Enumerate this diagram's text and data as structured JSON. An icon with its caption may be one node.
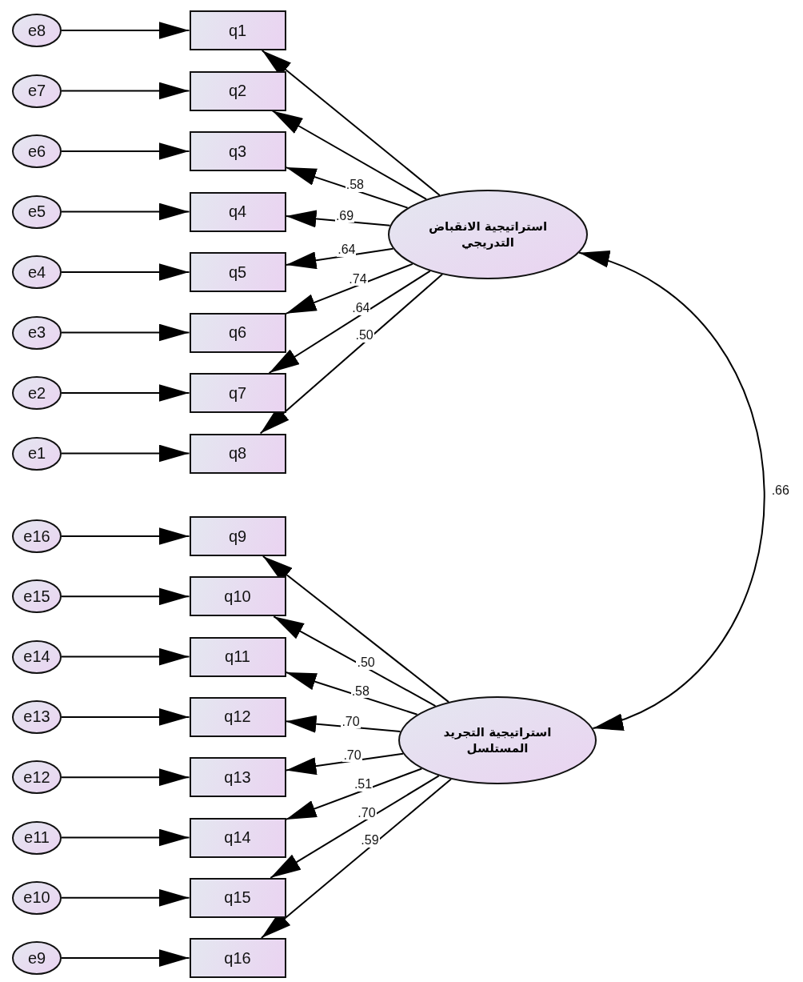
{
  "diagram": {
    "nodes": [
      {
        "text": [
          "e8"
        ]
      },
      {
        "text": [
          "q1"
        ]
      },
      {
        "text": [
          "e7"
        ]
      },
      {
        "text": [
          "q2"
        ]
      },
      {
        "text": [
          "e6"
        ]
      },
      {
        "text": [
          "q3"
        ]
      },
      {
        "text": [
          "e5"
        ]
      },
      {
        "text": [
          "q4"
        ]
      },
      {
        "text": [
          "e4"
        ]
      },
      {
        "text": [
          "q5"
        ]
      },
      {
        "text": [
          "e3"
        ]
      },
      {
        "text": [
          "q6"
        ]
      },
      {
        "text": [
          "e2"
        ]
      },
      {
        "text": [
          "q7"
        ]
      },
      {
        "text": [
          "e1"
        ]
      },
      {
        "text": [
          "q8"
        ]
      },
      {
        "text": [
          "e16"
        ]
      },
      {
        "text": [
          "q9"
        ]
      },
      {
        "text": [
          "e15"
        ]
      },
      {
        "text": [
          "q10"
        ]
      },
      {
        "text": [
          "e14"
        ]
      },
      {
        "text": [
          "q11"
        ]
      },
      {
        "text": [
          "e13"
        ]
      },
      {
        "text": [
          "q12"
        ]
      },
      {
        "text": [
          "e12"
        ]
      },
      {
        "text": [
          "q13"
        ]
      },
      {
        "text": [
          "e11"
        ]
      },
      {
        "text": [
          "q14"
        ]
      },
      {
        "text": [
          "e10"
        ]
      },
      {
        "text": [
          "q15"
        ]
      },
      {
        "text": [
          "e9"
        ]
      },
      {
        "text": [
          "q16"
        ]
      },
      {
        "text": [
          "استراتيجية الانقباض التدريجي"
        ]
      },
      {
        "text": [
          "استراتيجية التجريد المستلسل"
        ]
      }
    ],
    "edges": [
      {
        "from": 0,
        "to": 1,
        "arrow": "to"
      },
      {
        "from": 2,
        "to": 3,
        "arrow": "to"
      },
      {
        "from": 4,
        "to": 5,
        "arrow": "to"
      },
      {
        "from": 6,
        "to": 7,
        "arrow": "to"
      },
      {
        "from": 8,
        "to": 9,
        "arrow": "to"
      },
      {
        "from": 10,
        "to": 11,
        "arrow": "to"
      },
      {
        "from": 12,
        "to": 13,
        "arrow": "to"
      },
      {
        "from": 14,
        "to": 15,
        "arrow": "to"
      },
      {
        "from": 16,
        "to": 17,
        "arrow": "to"
      },
      {
        "from": 18,
        "to": 19,
        "arrow": "to"
      },
      {
        "from": 20,
        "to": 21,
        "arrow": "to"
      },
      {
        "from": 22,
        "to": 23,
        "arrow": "to"
      },
      {
        "from": 24,
        "to": 25,
        "arrow": "to"
      },
      {
        "from": 26,
        "to": 27,
        "arrow": "to"
      },
      {
        "from": 28,
        "to": 29,
        "arrow": "to"
      },
      {
        "from": 30,
        "to": 31,
        "arrow": "to"
      },
      {
        "from": 32,
        "to": 1,
        "arrow": "to"
      },
      {
        "from": 32,
        "to": 3,
        "arrow": "to"
      },
      {
        "from": 32,
        "to": 5,
        "arrow": "to",
        "label": ".58"
      },
      {
        "from": 32,
        "to": 7,
        "arrow": "to",
        "label": ".69"
      },
      {
        "from": 32,
        "to": 9,
        "arrow": "to",
        "label": ".64"
      },
      {
        "from": 32,
        "to": 11,
        "arrow": "to",
        "label": ".74"
      },
      {
        "from": 32,
        "to": 13,
        "arrow": "to",
        "label": ".64"
      },
      {
        "from": 32,
        "to": 15,
        "arrow": "to",
        "label": ".50"
      },
      {
        "from": 33,
        "to": 17,
        "arrow": "to"
      },
      {
        "from": 33,
        "to": 19,
        "arrow": "to",
        "label": ".50"
      },
      {
        "from": 33,
        "to": 21,
        "arrow": "to",
        "label": ".58"
      },
      {
        "from": 33,
        "to": 23,
        "arrow": "to",
        "label": ".70"
      },
      {
        "from": 33,
        "to": 25,
        "arrow": "to",
        "label": ".70"
      },
      {
        "from": 33,
        "to": 27,
        "arrow": "to",
        "label": ".51"
      },
      {
        "from": 33,
        "to": 29,
        "arrow": "to",
        "label": ".70"
      },
      {
        "from": 33,
        "to": 31,
        "arrow": "to",
        "label": ".59"
      },
      {
        "from": 32,
        "to": 33,
        "arrow": "both",
        "label": ".66"
      }
    ]
  }
}
